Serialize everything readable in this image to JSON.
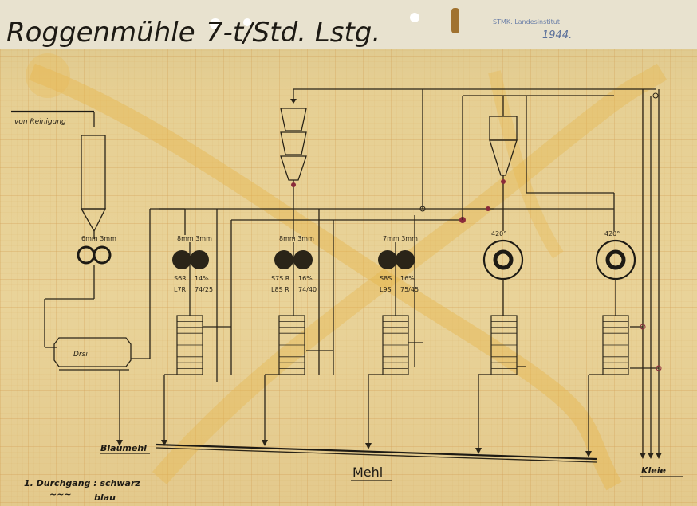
{
  "title": "Roggenmühle",
  "title_partial": "7-t/Std. Lstg.",
  "stamp": {
    "line1": "STMK. Landesinstitut",
    "date": "1944."
  },
  "labels": {
    "reinigung": "von Reinigung",
    "drsi": "Drsi",
    "blaumehl": "Blaumehl",
    "mehl": "Mehl",
    "kleie": "Kleie"
  },
  "rolls": [
    {
      "top": "8mm  3mm",
      "left1": "S6R",
      "right1": "14%",
      "left2": "L7R",
      "right2": "74/25"
    },
    {
      "top": "8mm  3mm",
      "left1": "S7S R",
      "right1": "16%",
      "left2": "L8S R",
      "right2": "74/40"
    },
    {
      "top": "7mm  3mm",
      "left1": "S8S",
      "right1": "16%",
      "left2": "L9S",
      "right2": "75/45"
    }
  ],
  "entoleters": [
    {
      "label": "420°"
    },
    {
      "label": "420°"
    }
  ],
  "roll_crusher_top": "6mm 3mm",
  "legend": {
    "line1": "1. Durchgang : schwarz",
    "line2_mark": "",
    "line2_dash": "~~~",
    "line2": "blau"
  }
}
